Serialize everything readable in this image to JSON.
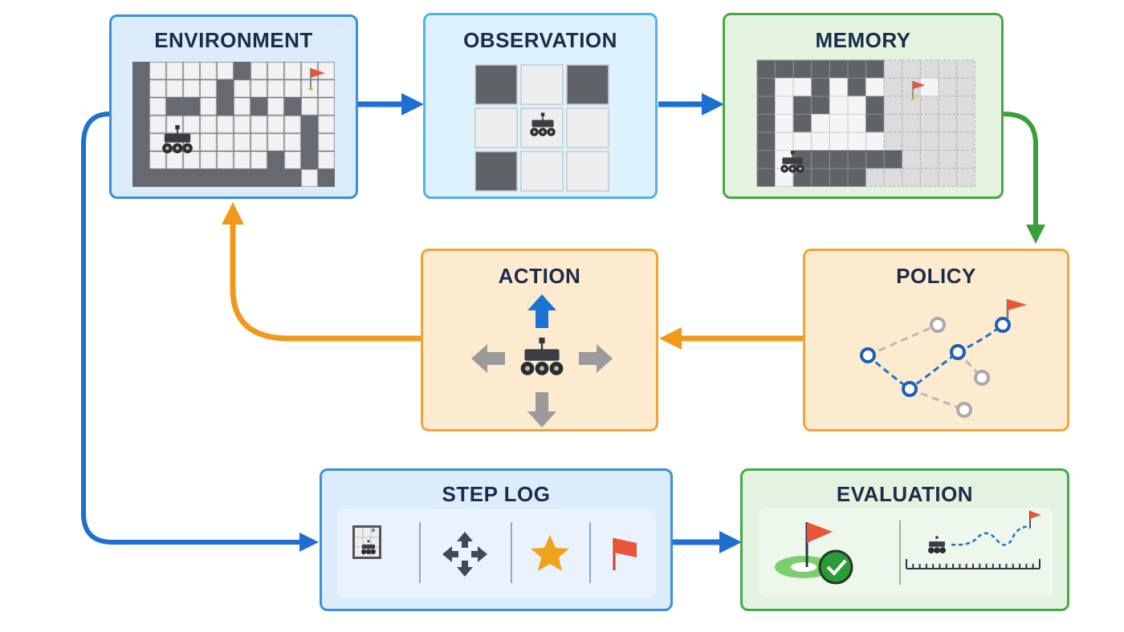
{
  "nodes": {
    "environment": {
      "title": "ENVIRONMENT"
    },
    "observation": {
      "title": "OBSERVATION"
    },
    "memory": {
      "title": "MEMORY"
    },
    "policy": {
      "title": "POLICY"
    },
    "action": {
      "title": "ACTION"
    },
    "step_log": {
      "title": "STEP LOG"
    },
    "evaluation": {
      "title": "EVALUATION"
    }
  },
  "icons": [
    "robot-icon",
    "flag-icon",
    "arrow-up-icon",
    "arrow-down-icon",
    "arrow-left-icon",
    "arrow-right-icon",
    "move-arrows-icon",
    "star-icon",
    "checkmark-icon",
    "ruler-icon"
  ],
  "colors": {
    "blue_flow": "#1f6fd0",
    "green_flow": "#3aa13a",
    "orange_flow": "#ef9a1a",
    "flag": "#e8553a",
    "wall": "#666a70"
  }
}
